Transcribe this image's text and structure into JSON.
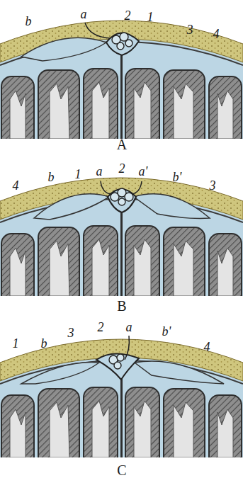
{
  "diagram": {
    "labels": [
      "b",
      "a",
      "2",
      "1",
      "3",
      "4",
      "A",
      "4",
      "b",
      "1",
      "a",
      "2",
      "a'",
      "b'",
      "3",
      "B",
      "1",
      "b",
      "3",
      "2",
      "a",
      "b'",
      "4",
      "C"
    ]
  }
}
